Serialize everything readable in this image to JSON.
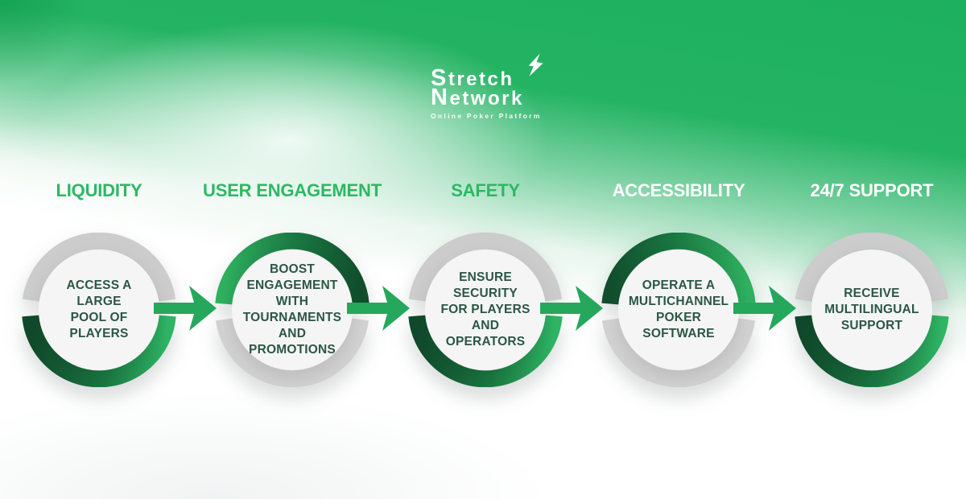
{
  "brand": {
    "name_line1": "Stretch",
    "name_line2": "Network",
    "tagline": "Online Poker Platform",
    "bolt_icon": "lightning-bolt"
  },
  "steps": [
    {
      "title": "LIQUIDITY",
      "description": "ACCESS A LARGE\nPOOL OF PLAYERS"
    },
    {
      "title": "USER ENGAGEMENT",
      "description": "BOOST ENGAGEMENT\nWITH TOURNAMENTS\nAND PROMOTIONS"
    },
    {
      "title": "SAFETY",
      "description": "ENSURE SECURITY\nFOR PLAYERS\nAND OPERATORS"
    },
    {
      "title": "ACCESSIBILITY",
      "description": "OPERATE A\nMULTICHANNEL\nPOKER SOFTWARE"
    },
    {
      "title": "24/7 SUPPORT",
      "description": "RECEIVE\nMULTILINGUAL\nSUPPORT"
    }
  ],
  "colors": {
    "background_green": "#24b363",
    "title_green": "#2db863",
    "title_white": "#ffffff",
    "ring_gray": "#cccccc",
    "ring_dark_green": "#10492b",
    "ring_bright_green": "#2fb565",
    "inner_circle": "#f4f5f4",
    "inner_text_green": "#2c5646",
    "arrow_green": "#25a75c"
  }
}
